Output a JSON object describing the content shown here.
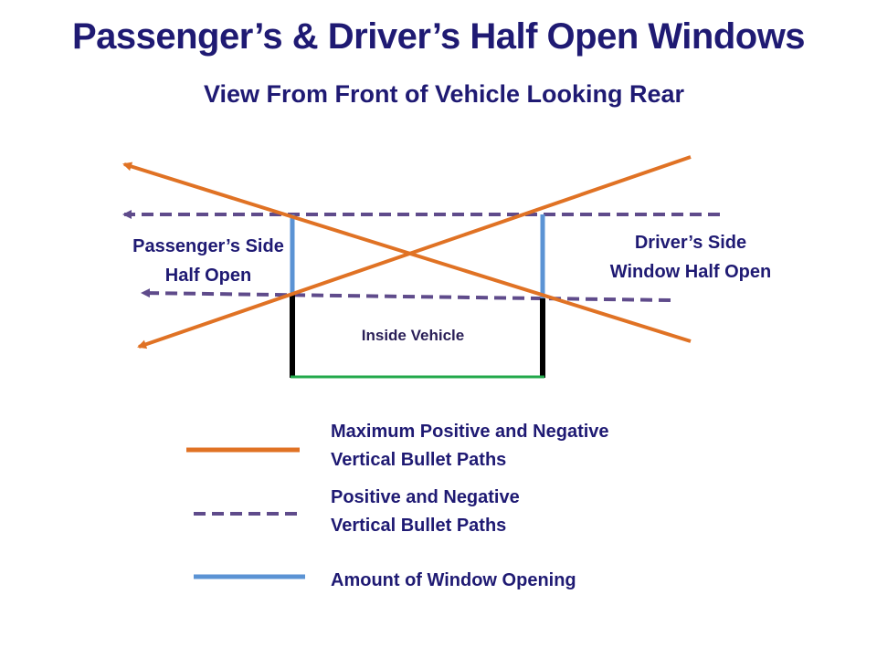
{
  "title": "Passenger’s & Driver’s Half Open Windows",
  "subtitle": "View From Front of Vehicle Looking Rear",
  "labels": {
    "passenger": "Passenger’s Side\nHalf Open",
    "driver": "Driver’s Side\nWindow Half Open",
    "inside": "Inside Vehicle"
  },
  "legend": {
    "max_paths": "Maximum Positive and Negative\nVertical Bullet Paths",
    "paths": "Positive and Negative\nVertical Bullet Paths",
    "window": "Amount of Window Opening"
  },
  "colors": {
    "orange": "#e07224",
    "purple": "#5f4b8b",
    "blue": "#5b93d4",
    "black": "#000000",
    "green": "#21a84a",
    "text": "#1f1a73"
  }
}
